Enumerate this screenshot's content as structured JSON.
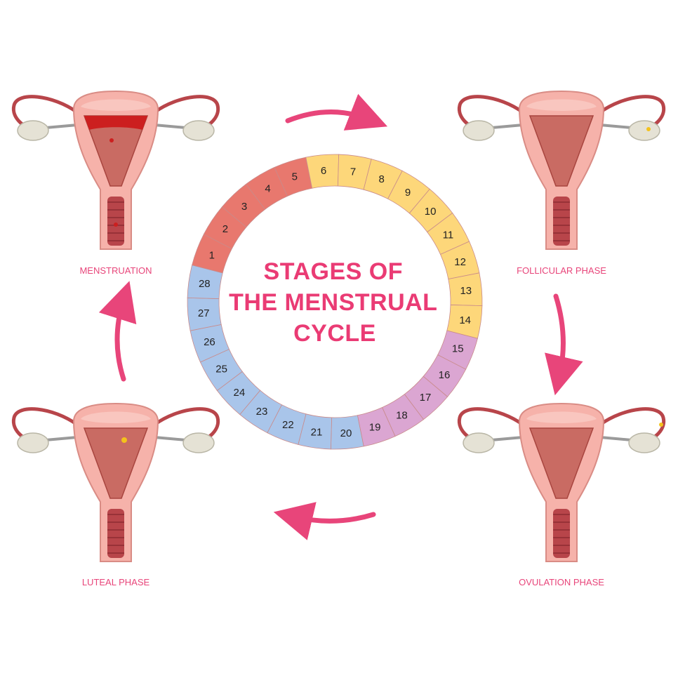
{
  "title": {
    "lines": [
      "STAGES OF",
      "THE MENSTRUAL",
      "CYCLE"
    ]
  },
  "phases": [
    {
      "id": "menstruation",
      "label": "MENSTRUATION",
      "variant": "menstruation"
    },
    {
      "id": "follicular",
      "label": "FOLLICULAR PHASE",
      "variant": "follicular"
    },
    {
      "id": "ovulation",
      "label": "OVULATION PHASE",
      "variant": "ovulation"
    },
    {
      "id": "luteal",
      "label": "LUTEAL PHASE",
      "variant": "luteal"
    }
  ],
  "cycle": {
    "days": [
      "1",
      "2",
      "3",
      "4",
      "5",
      "6",
      "7",
      "8",
      "9",
      "10",
      "11",
      "12",
      "13",
      "14",
      "15",
      "16",
      "17",
      "18",
      "19",
      "20",
      "21",
      "22",
      "23",
      "24",
      "25",
      "26",
      "27",
      "28"
    ],
    "groups": [
      {
        "from": 1,
        "to": 5,
        "color": "#e8786e"
      },
      {
        "from": 6,
        "to": 14,
        "color": "#fdd77a"
      },
      {
        "from": 15,
        "to": 19,
        "color": "#dba6d2"
      },
      {
        "from": 20,
        "to": 28,
        "color": "#a9c5ea"
      }
    ]
  },
  "colors": {
    "accent": "#e8457a",
    "title": "#ea3b74",
    "label": "#e8457a",
    "ring_stroke": "#c98b8b",
    "tube": "#b8454a",
    "uterus_outer": "#f6b2aa",
    "uterus_inner": "#c96b63",
    "blood": "#cc1f1f"
  },
  "icons": {
    "arrows": "curved-arrow-icon",
    "organ": "uterus-icon"
  }
}
